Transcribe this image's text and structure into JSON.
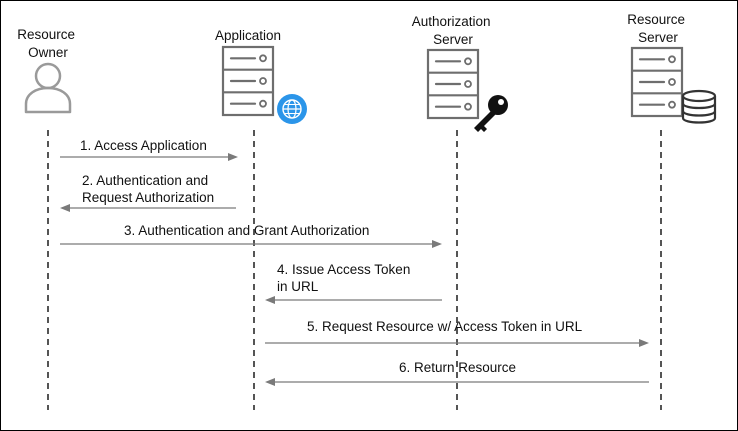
{
  "actors": [
    {
      "id": "resource-owner",
      "label_lines": [
        "Resource",
        "Owner"
      ],
      "icon": "person-icon"
    },
    {
      "id": "application",
      "label_lines": [
        "Application"
      ],
      "icon": "server-icon",
      "badge": "globe-icon",
      "badge_color": "#2b95e9"
    },
    {
      "id": "authorization-server",
      "label_lines": [
        "Authorization",
        "Server"
      ],
      "icon": "server-icon",
      "badge": "key-icon",
      "badge_color": "#111111"
    },
    {
      "id": "resource-server",
      "label_lines": [
        "Resource",
        "Server"
      ],
      "icon": "server-icon",
      "badge": "database-icon",
      "badge_color": "#333333"
    }
  ],
  "messages": [
    {
      "step": 1,
      "from": "resource-owner",
      "to": "application",
      "label_lines": [
        "1. Access Application"
      ]
    },
    {
      "step": 2,
      "from": "application",
      "to": "resource-owner",
      "label_lines": [
        "2. Authentication and",
        "Request Authorization"
      ]
    },
    {
      "step": 3,
      "from": "resource-owner",
      "to": "authorization-server",
      "label_lines": [
        "3. Authentication and Grant Authorization"
      ]
    },
    {
      "step": 4,
      "from": "authorization-server",
      "to": "application",
      "label_lines": [
        "4. Issue Access Token",
        "in URL"
      ]
    },
    {
      "step": 5,
      "from": "application",
      "to": "resource-server",
      "label_lines": [
        "5. Request Resource w/ Access Token in URL"
      ]
    },
    {
      "step": 6,
      "from": "resource-server",
      "to": "application",
      "label_lines": [
        "6. Return Resource"
      ]
    }
  ],
  "colors": {
    "lifeline": "#555555",
    "arrow": "#7a7a7a",
    "icon_stroke": "#6e6e6e",
    "person": "#9a9a9a"
  }
}
